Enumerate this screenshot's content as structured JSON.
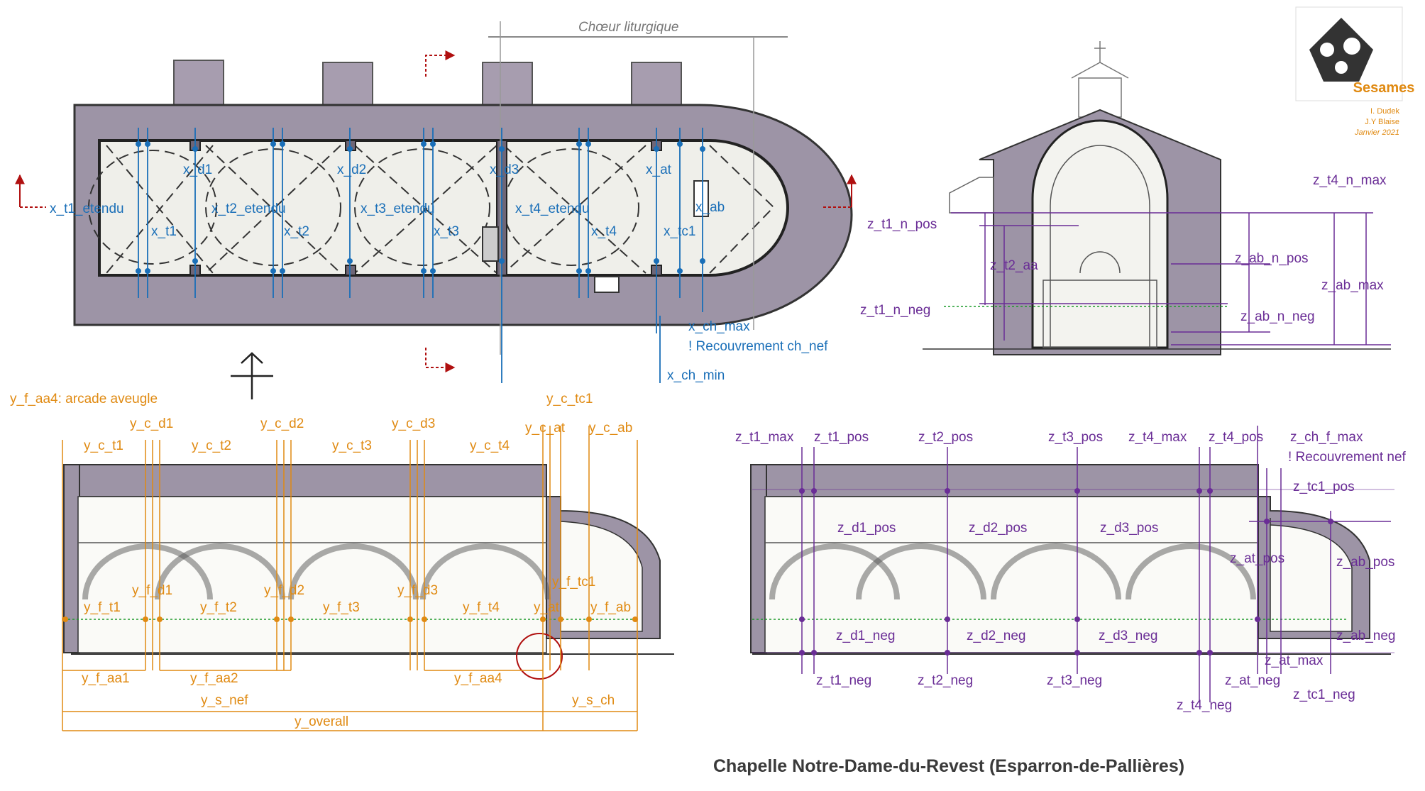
{
  "title": "Chapelle Notre-Dame-du-Revest (Esparron-de-Pallières)",
  "logo": {
    "text": "Sesames",
    "icon": "sesames-logo-icon"
  },
  "credits": [
    "I. Dudek",
    "J.Y Blaise",
    "Janvier 2021"
  ],
  "colors": {
    "plan_labels": "#1a6fb8",
    "long_section_labels": "#e08a12",
    "height_labels": "#6a2d96",
    "wall_fill": "#9d94a6"
  },
  "plan": {
    "choeur_label": "Chœur liturgique",
    "labels": {
      "x_t1_etendu": "x_t1_etendu",
      "x_t1": "x_t1",
      "x_d1": "x_d1",
      "x_t2_etendu": "x_t2_etendu",
      "x_t2": "x_t2",
      "x_d2": "x_d2",
      "x_t3_etendu": "x_t3_etendu",
      "x_t3": "x_t3",
      "x_d3": "x_d3",
      "x_t4_etendu": "x_t4_etendu",
      "x_t4": "x_t4",
      "x_at": "x_at",
      "x_tc1": "x_tc1",
      "x_ab": "x_ab",
      "x_ch_max": "x_ch_max",
      "recouvrement": "! Recouvrement ch_nef",
      "x_ch_min": "x_ch_min"
    }
  },
  "cross_section": {
    "labels": {
      "z_t4_n_max": "z_t4_n_max",
      "z_t1_n_pos": "z_t1_n_pos",
      "z_t2_aa": "z_t2_aa",
      "z_ab_n_pos": "z_ab_n_pos",
      "z_ab_max": "z_ab_max",
      "z_t1_n_neg": "z_t1_n_neg",
      "z_ab_n_neg": "z_ab_n_neg"
    }
  },
  "long_section": {
    "labels": {
      "y_f_aa4_note": "y_f_aa4: arcade aveugle",
      "y_c_tc1": "y_c_tc1",
      "y_c_d1": "y_c_d1",
      "y_c_d2": "y_c_d2",
      "y_c_d3": "y_c_d3",
      "y_c_at": "y_c_at",
      "y_c_ab": "y_c_ab",
      "y_c_t1": "y_c_t1",
      "y_c_t2": "y_c_t2",
      "y_c_t3": "y_c_t3",
      "y_c_t4": "y_c_t4",
      "y_f_tc1": "y_f_tc1",
      "y_f_d1": "y_f_d1",
      "y_f_d2": "y_f_d2",
      "y_f_d3": "y_f_d3",
      "y_f_t1": "y_f_t1",
      "y_f_t2": "y_f_t2",
      "y_f_t3": "y_f_t3",
      "y_f_t4": "y_f_t4",
      "y_at": "y_at",
      "y_f_ab": "y_f_ab",
      "y_f_aa1": "y_f_aa1",
      "y_f_aa2": "y_f_aa2",
      "y_f_aa4": "y_f_aa4",
      "y_s_nef": "y_s_nef",
      "y_s_ch": "y_s_ch",
      "y_overall": "y_overall"
    }
  },
  "height_section": {
    "labels": {
      "z_t1_max": "z_t1_max",
      "z_t1_pos": "z_t1_pos",
      "z_t2_pos": "z_t2_pos",
      "z_t3_pos": "z_t3_pos",
      "z_t4_max": "z_t4_max",
      "z_t4_pos": "z_t4_pos",
      "z_ch_f_max": "z_ch_f_max",
      "recouvrement": "! Recouvrement nef",
      "z_tc1_pos": "z_tc1_pos",
      "z_d1_pos": "z_d1_pos",
      "z_d2_pos": "z_d2_pos",
      "z_d3_pos": "z_d3_pos",
      "z_at_pos": "z_at_pos",
      "z_ab_pos": "z_ab_pos",
      "z_d1_neg": "z_d1_neg",
      "z_d2_neg": "z_d2_neg",
      "z_d3_neg": "z_d3_neg",
      "z_ab_neg": "z_ab_neg",
      "z_at_max": "z_at_max",
      "z_t1_neg": "z_t1_neg",
      "z_t2_neg": "z_t2_neg",
      "z_t3_neg": "z_t3_neg",
      "z_at_neg": "z_at_neg",
      "z_tc1_neg": "z_tc1_neg",
      "z_t4_neg": "z_t4_neg"
    }
  }
}
